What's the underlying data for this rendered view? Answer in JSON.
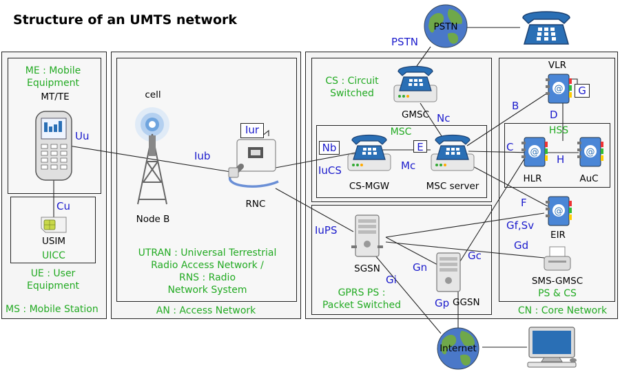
{
  "title": "Structure of an UMTS network",
  "ms": {
    "label": "MS : Mobile Station",
    "me_label_1": "ME : Mobile",
    "me_label_2": "Equipment",
    "mtte": "MT/TE",
    "usim": "USIM",
    "uicc": "UICC",
    "ue_label_1": "UE : User",
    "ue_label_2": "Equipment"
  },
  "an": {
    "label": "AN : Access Network",
    "cell": "cell",
    "nodeb": "Node B",
    "rnc": "RNC",
    "utran_1": "UTRAN : Universal Terrestrial",
    "utran_2": "Radio Access Network /",
    "utran_3": "RNS : Radio",
    "utran_4": "Network System"
  },
  "cn": {
    "label": "CN : Core Network",
    "cs_label_1": "CS : Circuit",
    "cs_label_2": "Switched",
    "msc": "MSC",
    "gmsc": "GMSC",
    "csmgw": "CS-MGW",
    "mscserver": "MSC server",
    "gprs_1": "GPRS PS :",
    "gprs_2": "Packet Switched",
    "sgsn": "SGSN",
    "ggsn": "GGSN",
    "vlr": "VLR",
    "hss": "HSS",
    "hlr": "HLR",
    "auc": "AuC",
    "eir": "EIR",
    "smsgmsc": "SMS-GMSC",
    "pscs": "PS & CS"
  },
  "external": {
    "pstn": "PSTN",
    "internet": "Internet"
  },
  "interfaces": {
    "pstn": "PSTN",
    "uu": "Uu",
    "cu": "Cu",
    "iub": "Iub",
    "iur": "Iur",
    "nb": "Nb",
    "iucs": "IuCS",
    "mc": "Mc",
    "e": "E",
    "nc": "Nc",
    "iups": "IuPS",
    "gn": "Gn",
    "gi": "Gi",
    "gp": "Gp",
    "gc": "Gc",
    "b": "B",
    "d": "D",
    "g": "G",
    "c": "C",
    "h": "H",
    "f": "F",
    "gfsv": "Gf,Sv",
    "gd": "Gd"
  },
  "icons": [
    "mobile-phone",
    "sim-card",
    "antenna-tower",
    "router",
    "telephone",
    "globe",
    "server",
    "address-book",
    "fax",
    "computer"
  ],
  "colors": {
    "label_green": "#22aa22",
    "label_blue": "#1a1acc",
    "phone_blue": "#2a6fb5"
  }
}
